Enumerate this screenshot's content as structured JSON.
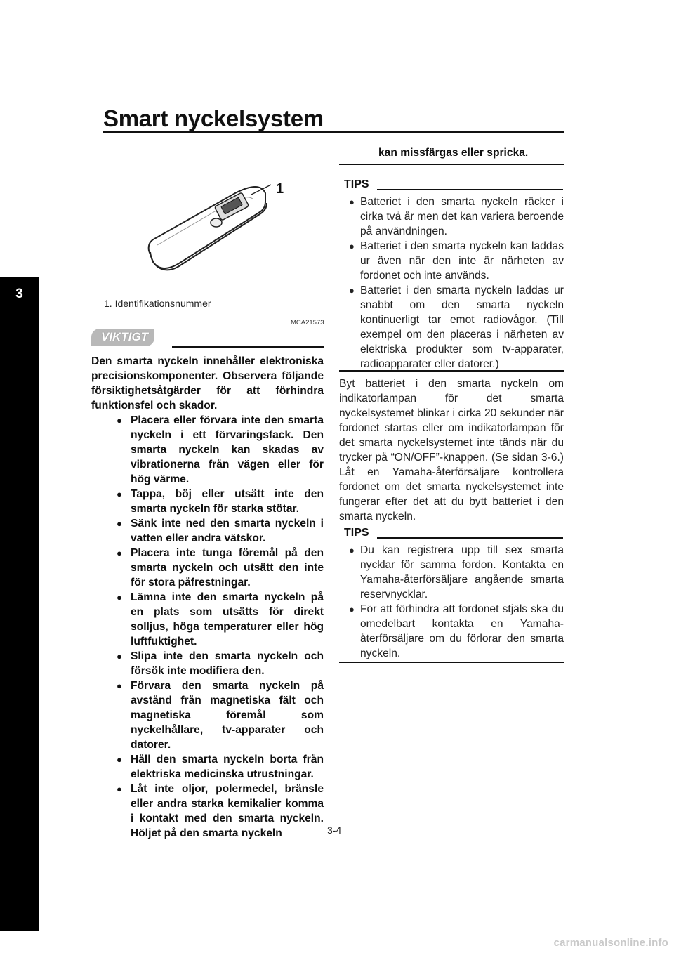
{
  "header": {
    "title": "Smart nyckelsystem"
  },
  "chapter_tab": "3",
  "figure": {
    "callout_number": "1",
    "caption": "1. Identifikationsnummer",
    "code": "MCA21573",
    "icon": "smart-key-illustration"
  },
  "notice": {
    "label": "VIKTIGT",
    "intro": "Den smarta nyckeln innehåller elektroniska precisionskomponenter. Observera följande försiktighetsåtgärder för att förhindra funktionsfel och skador.",
    "items": [
      "Placera eller förvara inte den smarta nyckeln i ett förvaringsfack. Den smarta nyckeln kan skadas av vibrationerna från vägen eller för hög värme.",
      "Tappa, böj eller utsätt inte den smarta nyckeln för starka stötar.",
      "Sänk inte ned den smarta nyckeln i vatten eller andra vätskor.",
      "Placera inte tunga föremål på den smarta nyckeln och utsätt den inte för stora påfrestningar.",
      "Lämna inte den smarta nyckeln på en plats som utsätts för direkt solljus, höga temperaturer eller hög luftfuktighet.",
      "Slipa inte den smarta nyckeln och försök inte modifiera den.",
      "Förvara den smarta nyckeln på avstånd från magnetiska fält och magnetiska föremål som nyckelhållare, tv-apparater och datorer.",
      "Håll den smarta nyckeln borta från elektriska medicinska utrustningar.",
      "Låt inte oljor, polermedel, bränsle eller andra starka kemikalier komma i kontakt med den smarta nyckeln. Höljet på den smarta nyckeln"
    ],
    "continuation": "kan missfärgas eller spricka."
  },
  "tips1": {
    "label": "TIPS",
    "items": [
      "Batteriet i den smarta nyckeln räcker i cirka två år men det kan variera beroende på användningen.",
      "Batteriet i den smarta nyckeln kan laddas ur även när den inte är närheten av fordonet och inte används.",
      "Batteriet i den smarta nyckeln laddas ur snabbt om den smarta nyckeln kontinuerligt tar emot radiovågor. (Till exempel om den placeras i närheten av elektriska produkter som tv-apparater, radioapparater eller datorer.)"
    ]
  },
  "body_text": "Byt batteriet i den smarta nyckeln om indikatorlampan för det smarta nyckelsystemet blinkar i cirka 20 sekunder när fordonet startas eller om indikatorlampan för det smarta nyckelsystemet inte tänds när du trycker på “ON/OFF”-knappen. (Se sidan 3-6.) Låt en Yamaha-återförsäljare kontrollera fordonet om det smarta nyckelsystemet inte fungerar efter det att du bytt batteriet i den smarta nyckeln.",
  "tips2": {
    "label": "TIPS",
    "items": [
      "Du kan registrera upp till sex smarta nycklar för samma fordon. Kontakta en Yamaha-återförsäljare angående smarta reservnycklar.",
      "För att förhindra att fordonet stjäls ska du omedelbart kontakta en Yamaha-återförsäljare om du förlorar den smarta nyckeln."
    ]
  },
  "footer": {
    "page_number": "3-4",
    "watermark": "carmanualsonline.info"
  }
}
